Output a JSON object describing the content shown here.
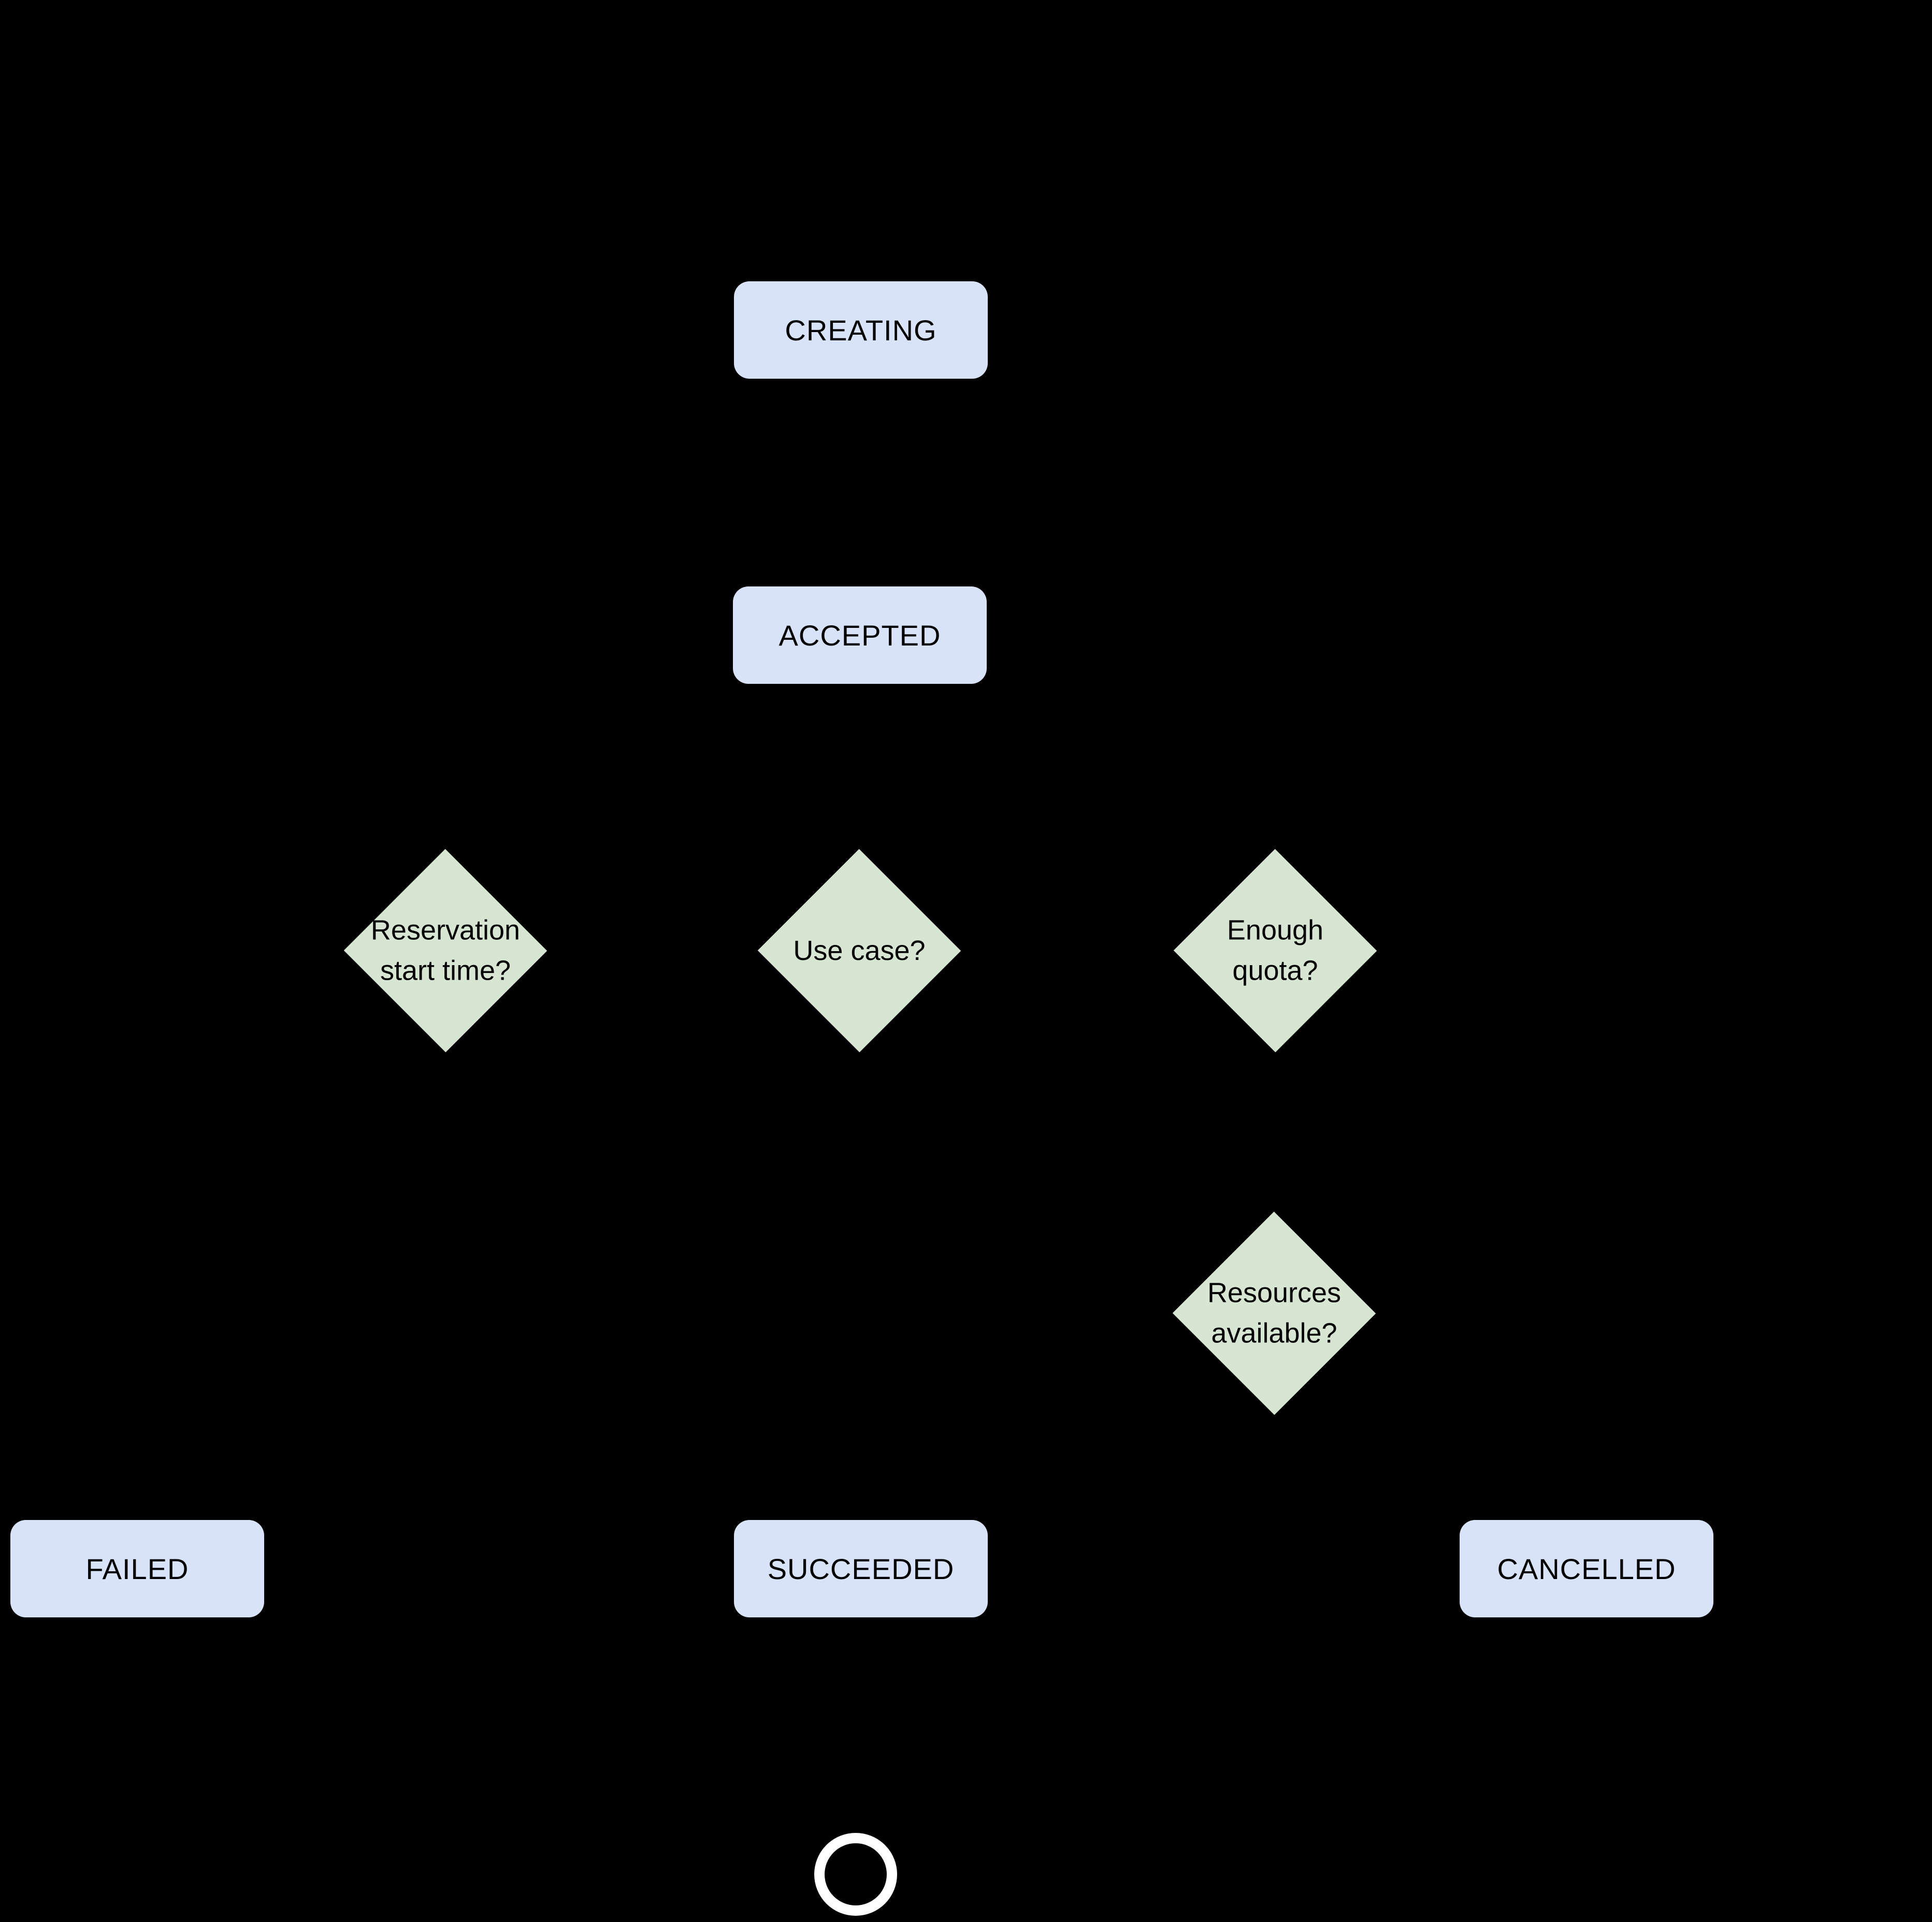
{
  "diagram": {
    "background_color": "#000000",
    "state_fill_color": "#d8e2f8",
    "decision_fill_color": "#d7e6d2",
    "end_ring_color": "#ffffff",
    "text_color": "#000000",
    "states": {
      "creating": "CREATING",
      "accepted": "ACCEPTED",
      "failed": "FAILED",
      "succeeded": "SUCCEEDED",
      "cancelled": "CANCELLED"
    },
    "decisions": {
      "reservation_start_time": "Reservation\nstart time?",
      "use_case": "Use case?",
      "enough_quota": "Enough\nquota?",
      "resources_available": "Resources\navailable?"
    }
  }
}
